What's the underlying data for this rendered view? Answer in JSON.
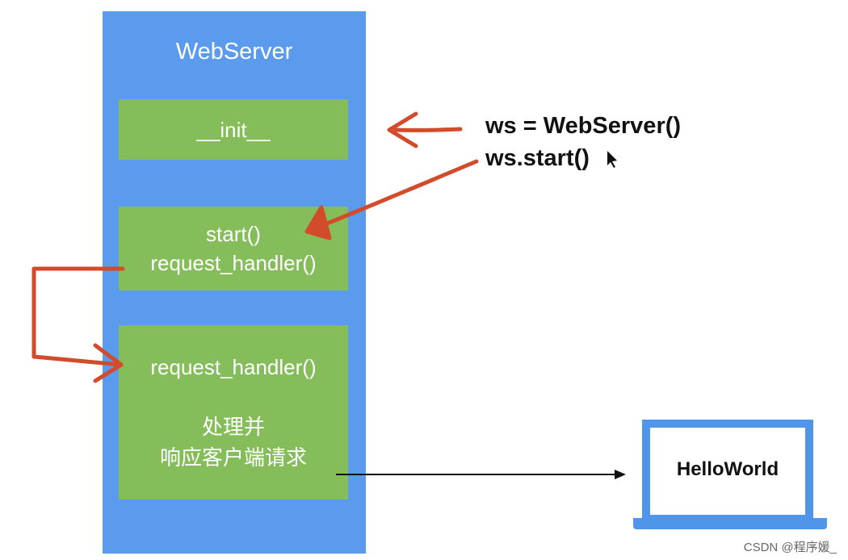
{
  "server": {
    "title": "WebServer",
    "init_label": "__init__",
    "start_label": "start()",
    "start_handler_label": "request_handler()",
    "handler_label": "request_handler()",
    "handler_desc_line1": "处理并",
    "handler_desc_line2": "响应客户端请求"
  },
  "code": {
    "line1": "ws = WebServer()",
    "line2": "ws.start()"
  },
  "client": {
    "screen_text": "HelloWorld"
  },
  "watermark": "CSDN @程序媛_",
  "colors": {
    "server_bg": "#5a9bed",
    "box_bg": "#84bd5a",
    "arrow_red": "#d24b2b",
    "laptop": "#4f96ea"
  }
}
